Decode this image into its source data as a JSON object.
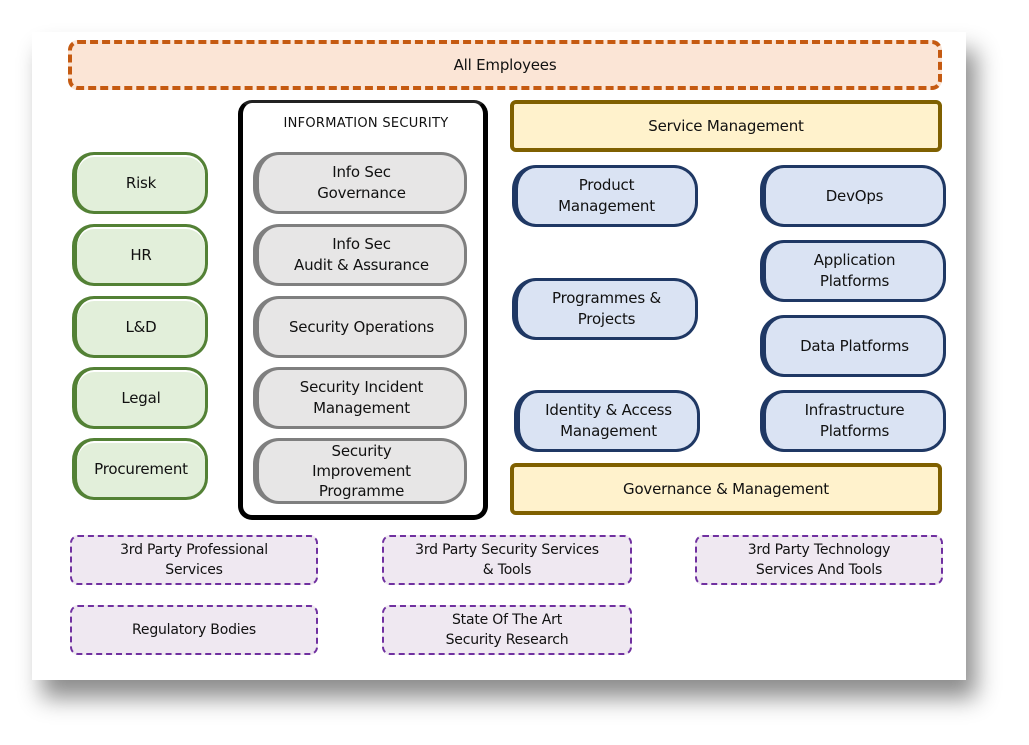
{
  "top_band": {
    "label": "All Employees"
  },
  "departments": [
    {
      "label": "Risk"
    },
    {
      "label": "HR"
    },
    {
      "label": "L&D"
    },
    {
      "label": "Legal"
    },
    {
      "label": "Procurement"
    }
  ],
  "information_security": {
    "title": "INFORMATION SECURITY",
    "functions": [
      {
        "label": "Info Sec\nGovernance"
      },
      {
        "label": "Info Sec\nAudit &  Assurance"
      },
      {
        "label": "Security Operations"
      },
      {
        "label": "Security Incident\nManagement"
      },
      {
        "label": "Security\nImprovement\nProgramme"
      }
    ]
  },
  "service_management": {
    "top_label": "Service Management",
    "bottom_label": "Governance & Management",
    "left_column": [
      {
        "label": "Product\nManagement"
      },
      {
        "label": "Programmes &\nProjects"
      },
      {
        "label": "Identity & Access\nManagement"
      }
    ],
    "right_column": [
      {
        "label": "DevOps"
      },
      {
        "label": "Application\nPlatforms"
      },
      {
        "label": "Data Platforms"
      },
      {
        "label": "Infrastructure\nPlatforms"
      }
    ]
  },
  "third_parties": [
    {
      "label": "3rd Party Professional\nServices"
    },
    {
      "label": "3rd Party Security Services\n&  Tools"
    },
    {
      "label": "3rd Party Technology\nServices And Tools"
    },
    {
      "label": "Regulatory Bodies"
    },
    {
      "label": "State Of The Art\nSecurity Research"
    }
  ],
  "colors": {
    "employees_fill": "#fbe5d6",
    "employees_border": "#c55a11",
    "dept_fill": "#e2efda",
    "dept_border": "#538135",
    "infosec_fill": "#e7e6e6",
    "infosec_border": "#7f7f7f",
    "band_fill": "#fff2cc",
    "band_border": "#7f6000",
    "service_fill": "#dae3f3",
    "service_border": "#1f3864",
    "third_party_fill": "#efe8f1",
    "third_party_border": "#7030a0"
  }
}
